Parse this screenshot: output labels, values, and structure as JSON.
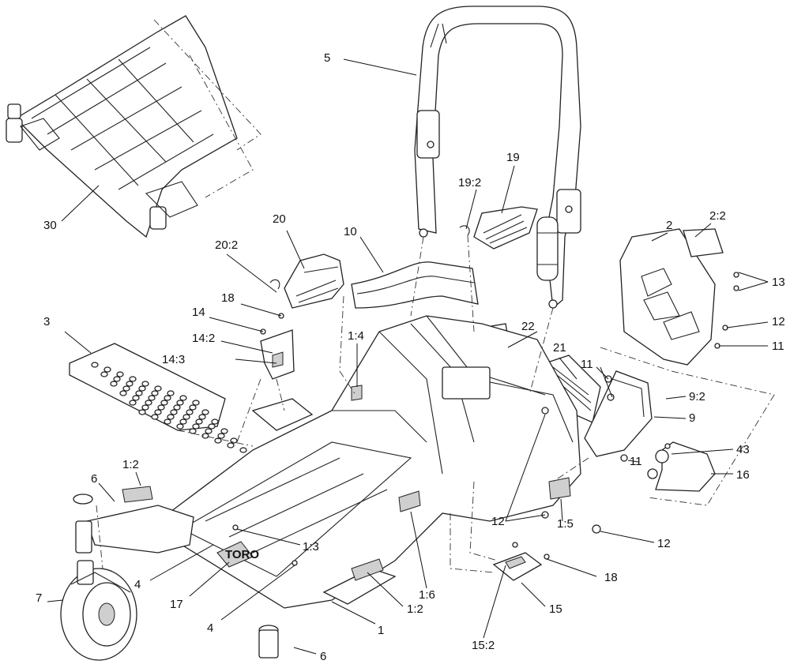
{
  "labels": {
    "l5": "5",
    "l30": "30",
    "l20": "20",
    "l20_2": "20:2",
    "l10": "10",
    "l19": "19",
    "l19_2": "19:2",
    "l2": "2",
    "l2_2": "2:2",
    "l13": "13",
    "l12a": "12",
    "l11a": "11",
    "l11b": "11",
    "l9_2": "9:2",
    "l9": "9",
    "l11c": "11",
    "l43": "43",
    "l16": "16",
    "l18a": "18",
    "l14": "14",
    "l14_2": "14:2",
    "l14_3": "14:3",
    "l3": "3",
    "l1_4": "1:4",
    "l22": "22",
    "l21": "21",
    "l1_2a": "1:2",
    "l6a": "6",
    "l12b": "12",
    "l1_5": "1:5",
    "l12c": "12",
    "l1_3": "1:3",
    "l4a": "4",
    "l7": "7",
    "l17": "17",
    "l4b": "4",
    "l1_6": "1:6",
    "l18b": "18",
    "l1_2b": "1:2",
    "l1": "1",
    "l15": "15",
    "l15_2": "15:2",
    "l6b": "6"
  },
  "decal_logo": "TORO"
}
